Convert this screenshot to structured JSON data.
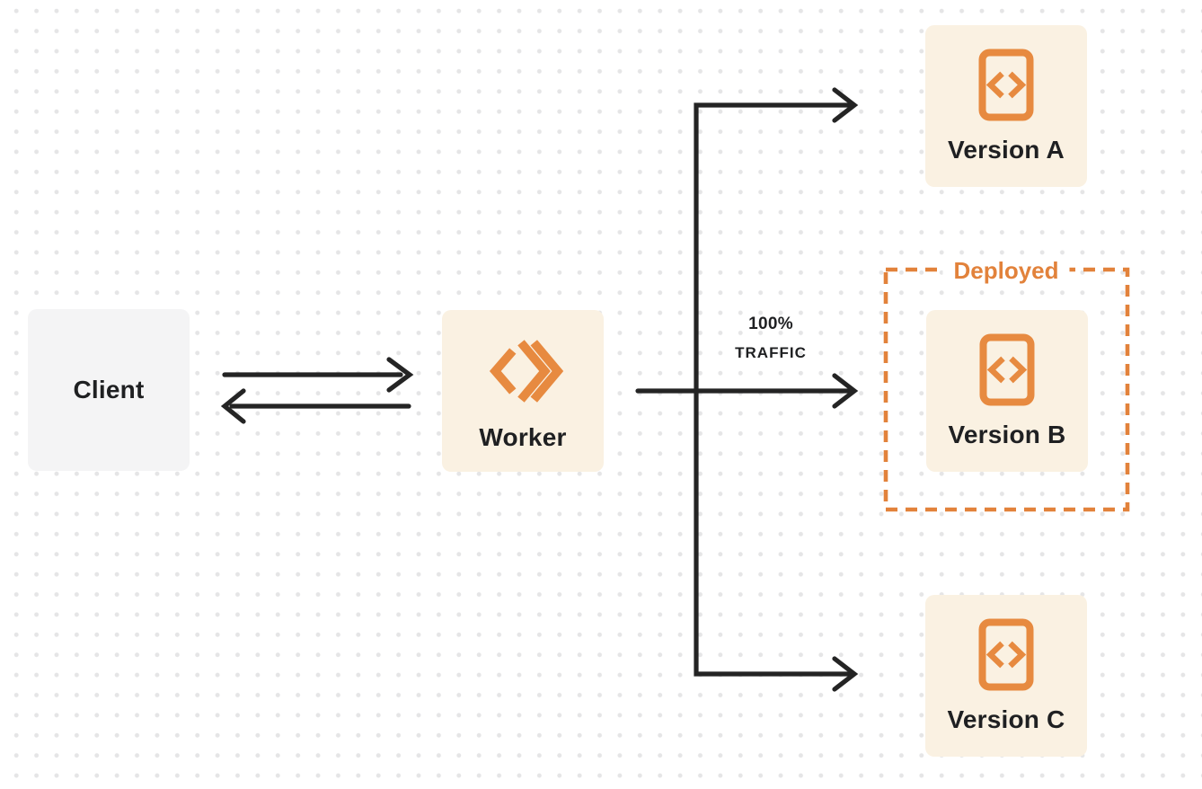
{
  "canvas": {
    "bg": "#ffffff",
    "dot_color": "#e5e5e6"
  },
  "colors": {
    "accent_orange": "#e2823b",
    "icon_orange": "#e78a40",
    "box_cream": "#faf1e2",
    "box_gray": "#f4f4f5",
    "line_dark": "#242424",
    "text_dark": "#1f2022"
  },
  "nodes": {
    "client": {
      "label": "Client"
    },
    "worker": {
      "label": "Worker",
      "icon": "cloudflare-workers-icon"
    },
    "version_a": {
      "label": "Version A",
      "icon": "code-icon"
    },
    "version_b": {
      "label": "Version B",
      "icon": "code-icon"
    },
    "version_c": {
      "label": "Version C",
      "icon": "code-icon"
    }
  },
  "annotations": {
    "deployed_label": "Deployed",
    "traffic_line1": "100%",
    "traffic_line2": "TRAFFIC"
  },
  "edges": [
    {
      "from": "client",
      "to": "worker",
      "direction": "request"
    },
    {
      "from": "worker",
      "to": "client",
      "direction": "response"
    },
    {
      "from": "worker",
      "to": "version_a"
    },
    {
      "from": "worker",
      "to": "version_b",
      "label": "100% TRAFFIC"
    },
    {
      "from": "worker",
      "to": "version_c"
    }
  ]
}
